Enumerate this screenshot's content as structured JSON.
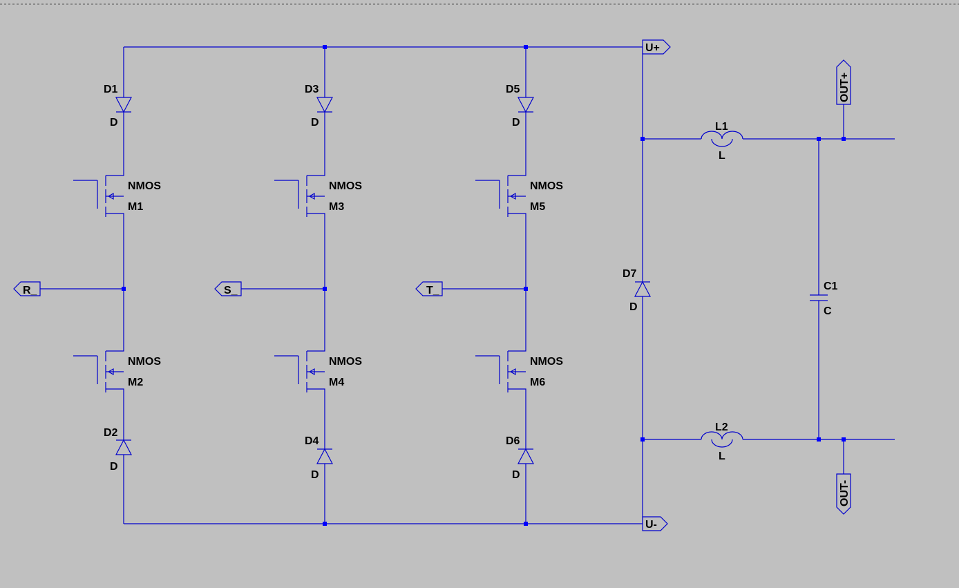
{
  "colors": {
    "background": "#c0c0c0",
    "wire": "#0000cc",
    "junction": "#0000ff",
    "text": "#000000"
  },
  "components": {
    "D1": {
      "name": "D1",
      "value": "D"
    },
    "D2": {
      "name": "D2",
      "value": "D"
    },
    "D3": {
      "name": "D3",
      "value": "D"
    },
    "D4": {
      "name": "D4",
      "value": "D"
    },
    "D5": {
      "name": "D5",
      "value": "D"
    },
    "D6": {
      "name": "D6",
      "value": "D"
    },
    "D7": {
      "name": "D7",
      "value": "D"
    },
    "M1": {
      "name": "M1",
      "value": "NMOS"
    },
    "M2": {
      "name": "M2",
      "value": "NMOS"
    },
    "M3": {
      "name": "M3",
      "value": "NMOS"
    },
    "M4": {
      "name": "M4",
      "value": "NMOS"
    },
    "M5": {
      "name": "M5",
      "value": "NMOS"
    },
    "M6": {
      "name": "M6",
      "value": "NMOS"
    },
    "L1": {
      "name": "L1",
      "value": "L"
    },
    "L2": {
      "name": "L2",
      "value": "L"
    },
    "C1": {
      "name": "C1",
      "value": "C"
    }
  },
  "net_labels": {
    "R": "R_",
    "S": "S_",
    "T": "T_",
    "Uplus": "U+",
    "Uminus": "U-",
    "OUTplus": "OUT+",
    "OUTminus": "OUT-"
  }
}
